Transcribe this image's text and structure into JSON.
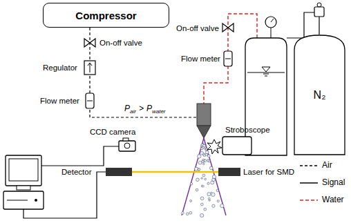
{
  "diagram": {
    "nodes": [
      {
        "text": [
          "Compressor"
        ]
      },
      {
        "text": [
          "N₂"
        ]
      }
    ],
    "labels": [
      "On-off valve",
      "Regulator",
      "Flow meter",
      "P",
      "air",
      ">",
      "P",
      "water",
      "On-off valve",
      "Flow meter",
      "CCD camera",
      "Stroboscope",
      "Detector",
      "Laser for SMD"
    ],
    "legend": [
      {
        "text": "Air"
      },
      {
        "text": "Signal"
      },
      {
        "text": "Water"
      }
    ]
  }
}
